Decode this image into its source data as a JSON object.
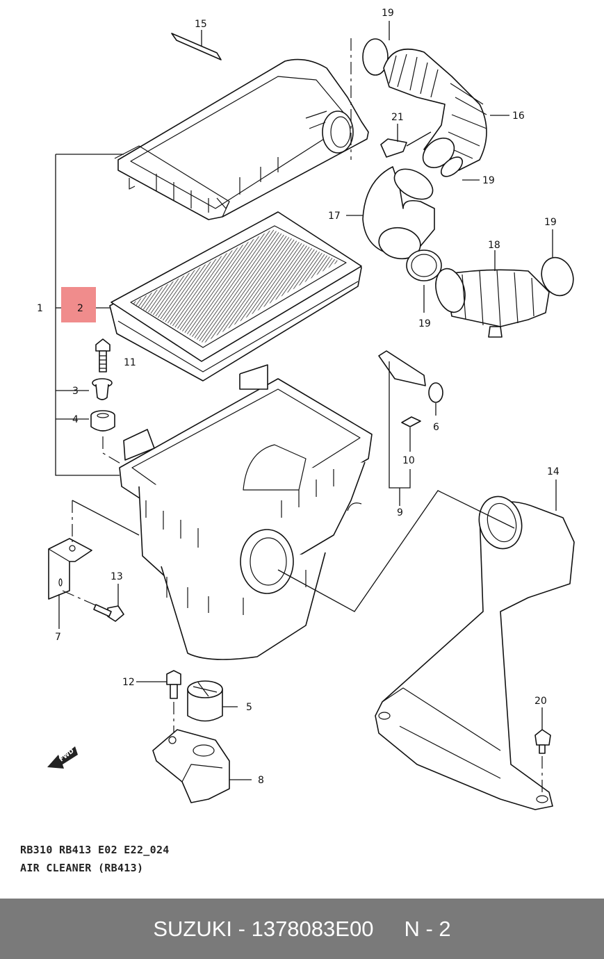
{
  "diagram": {
    "callouts": {
      "c1": "1",
      "c2": "2",
      "c3": "3",
      "c4": "4",
      "c5": "5",
      "c6": "6",
      "c7": "7",
      "c8": "8",
      "c9": "9",
      "c10": "10",
      "c11": "11",
      "c12": "12",
      "c13": "13",
      "c14": "14",
      "c15": "15",
      "c16": "16",
      "c17": "17",
      "c18": "18",
      "c19a": "19",
      "c19b": "19",
      "c19c": "19",
      "c19d": "19",
      "c20": "20",
      "c21": "21"
    },
    "fwd_mark": "FWD",
    "highlight_color": "#f08c8c"
  },
  "caption": {
    "line1": "RB310 RB413 E02 E22_024",
    "line2": "AIR CLEANER (RB413)"
  },
  "footer": {
    "brand_part": "SUZUKI - 1378083E00",
    "code": "N - 2"
  },
  "colors": {
    "footer_bg": "#7a7a7a",
    "footer_text": "#ffffff"
  }
}
